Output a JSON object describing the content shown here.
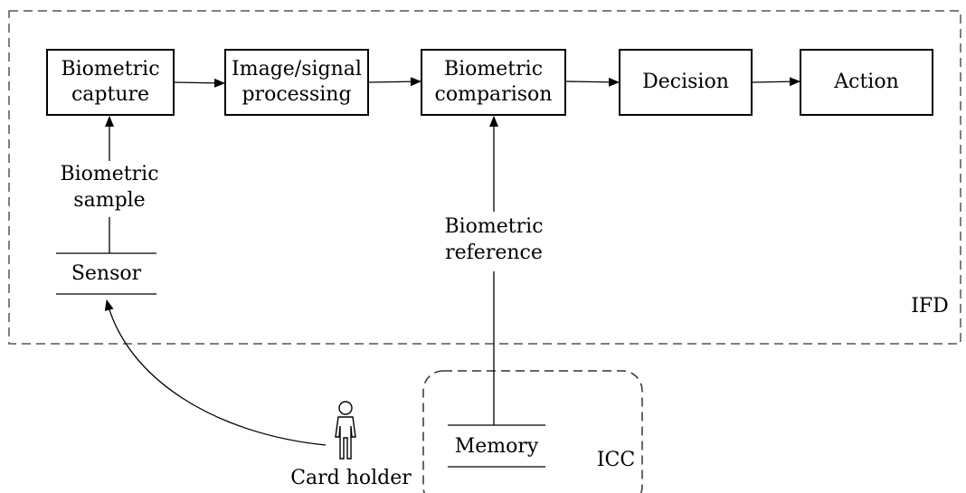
{
  "regions": {
    "ifd_label": "IFD",
    "icc_label": "ICC"
  },
  "process": {
    "capture": [
      "Biometric",
      "capture"
    ],
    "processing": [
      "Image/signal",
      "processing"
    ],
    "comparison": [
      "Biometric",
      "comparison"
    ],
    "decision": "Decision",
    "action": "Action"
  },
  "labels": {
    "sample": [
      "Biometric",
      "sample"
    ],
    "reference": [
      "Biometric",
      "reference"
    ],
    "sensor": "Sensor",
    "memory": "Memory",
    "card_holder": "Card holder"
  },
  "icons": {
    "person": "person-icon"
  }
}
